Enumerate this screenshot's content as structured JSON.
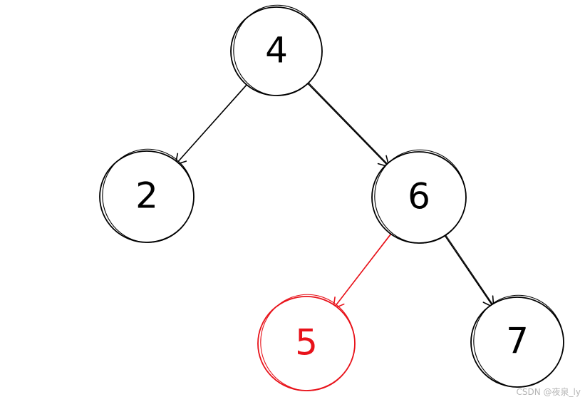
{
  "diagram": {
    "nodes": [
      {
        "id": "n4",
        "label": "4",
        "color": "#000000",
        "highlight": false
      },
      {
        "id": "n2",
        "label": "2",
        "color": "#000000",
        "highlight": false
      },
      {
        "id": "n6",
        "label": "6",
        "color": "#000000",
        "highlight": false
      },
      {
        "id": "n5",
        "label": "5",
        "color": "#e8121a",
        "highlight": true
      },
      {
        "id": "n7",
        "label": "7",
        "color": "#000000",
        "highlight": false
      }
    ],
    "edges": [
      {
        "from": "n4",
        "to": "n2",
        "color": "#000000"
      },
      {
        "from": "n4",
        "to": "n6",
        "color": "#000000"
      },
      {
        "from": "n6",
        "to": "n5",
        "color": "#e8121a"
      },
      {
        "from": "n6",
        "to": "n7",
        "color": "#000000"
      }
    ]
  },
  "watermark": "CSDN @夜泉_ly"
}
